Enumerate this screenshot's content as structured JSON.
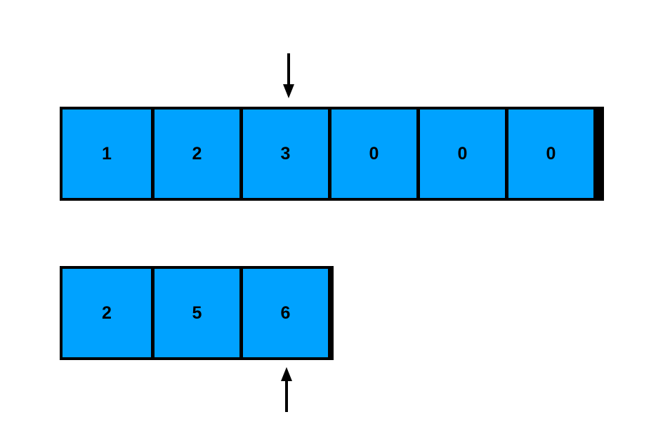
{
  "diagram": {
    "type": "array-pointer-diagram",
    "background_color": "#ffffff",
    "cell_fill_color": "#00a2ff",
    "cell_border_color": "#000000",
    "text_color": "#000000",
    "arrow_color": "#000000",
    "arrays": [
      {
        "id": "top-array",
        "name": "top-array",
        "length": 6,
        "cells": [
          {
            "index": 0,
            "value": "1"
          },
          {
            "index": 1,
            "value": "2"
          },
          {
            "index": 2,
            "value": "3"
          },
          {
            "index": 3,
            "value": "0"
          },
          {
            "index": 4,
            "value": "0"
          },
          {
            "index": 5,
            "value": "0"
          }
        ]
      },
      {
        "id": "bottom-array",
        "name": "bottom-array",
        "length": 3,
        "cells": [
          {
            "index": 0,
            "value": "2"
          },
          {
            "index": 1,
            "value": "5"
          },
          {
            "index": 2,
            "value": "6"
          }
        ]
      }
    ],
    "pointers": [
      {
        "id": "top-pointer",
        "name": "top-array-pointer",
        "direction": "down",
        "targets_array": "top-array",
        "targets_index": 2,
        "label": ""
      },
      {
        "id": "bottom-pointer",
        "name": "bottom-array-pointer",
        "direction": "up",
        "targets_array": "bottom-array",
        "targets_index": 2,
        "label": ""
      }
    ]
  }
}
